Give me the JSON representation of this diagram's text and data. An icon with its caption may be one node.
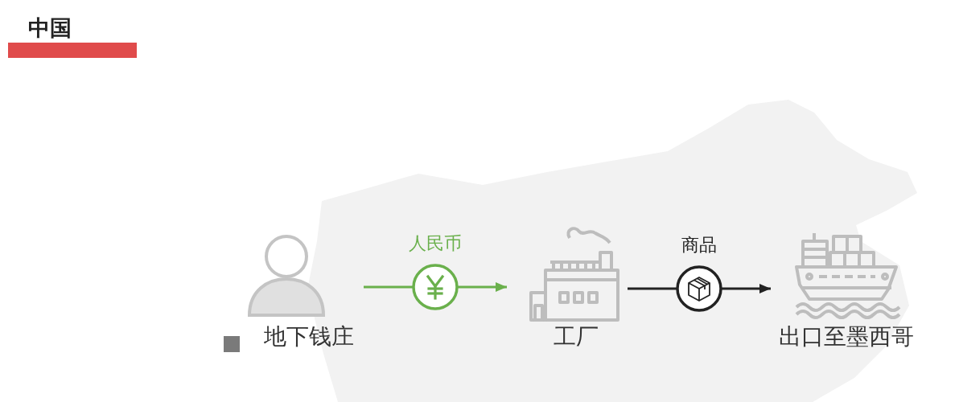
{
  "diagram": {
    "title": "中国",
    "nodes": [
      {
        "text": [
          "地下钱庄"
        ]
      },
      {
        "text": [
          "工厂"
        ]
      },
      {
        "text": [
          "出口至墨西哥"
        ]
      }
    ],
    "edges": [
      {
        "from": 0,
        "to": 1,
        "arrow": "to",
        "label": "人民币",
        "color": "#6ab04c"
      },
      {
        "from": 1,
        "to": 2,
        "arrow": "to",
        "label": "商品",
        "color": "#222222"
      }
    ]
  }
}
